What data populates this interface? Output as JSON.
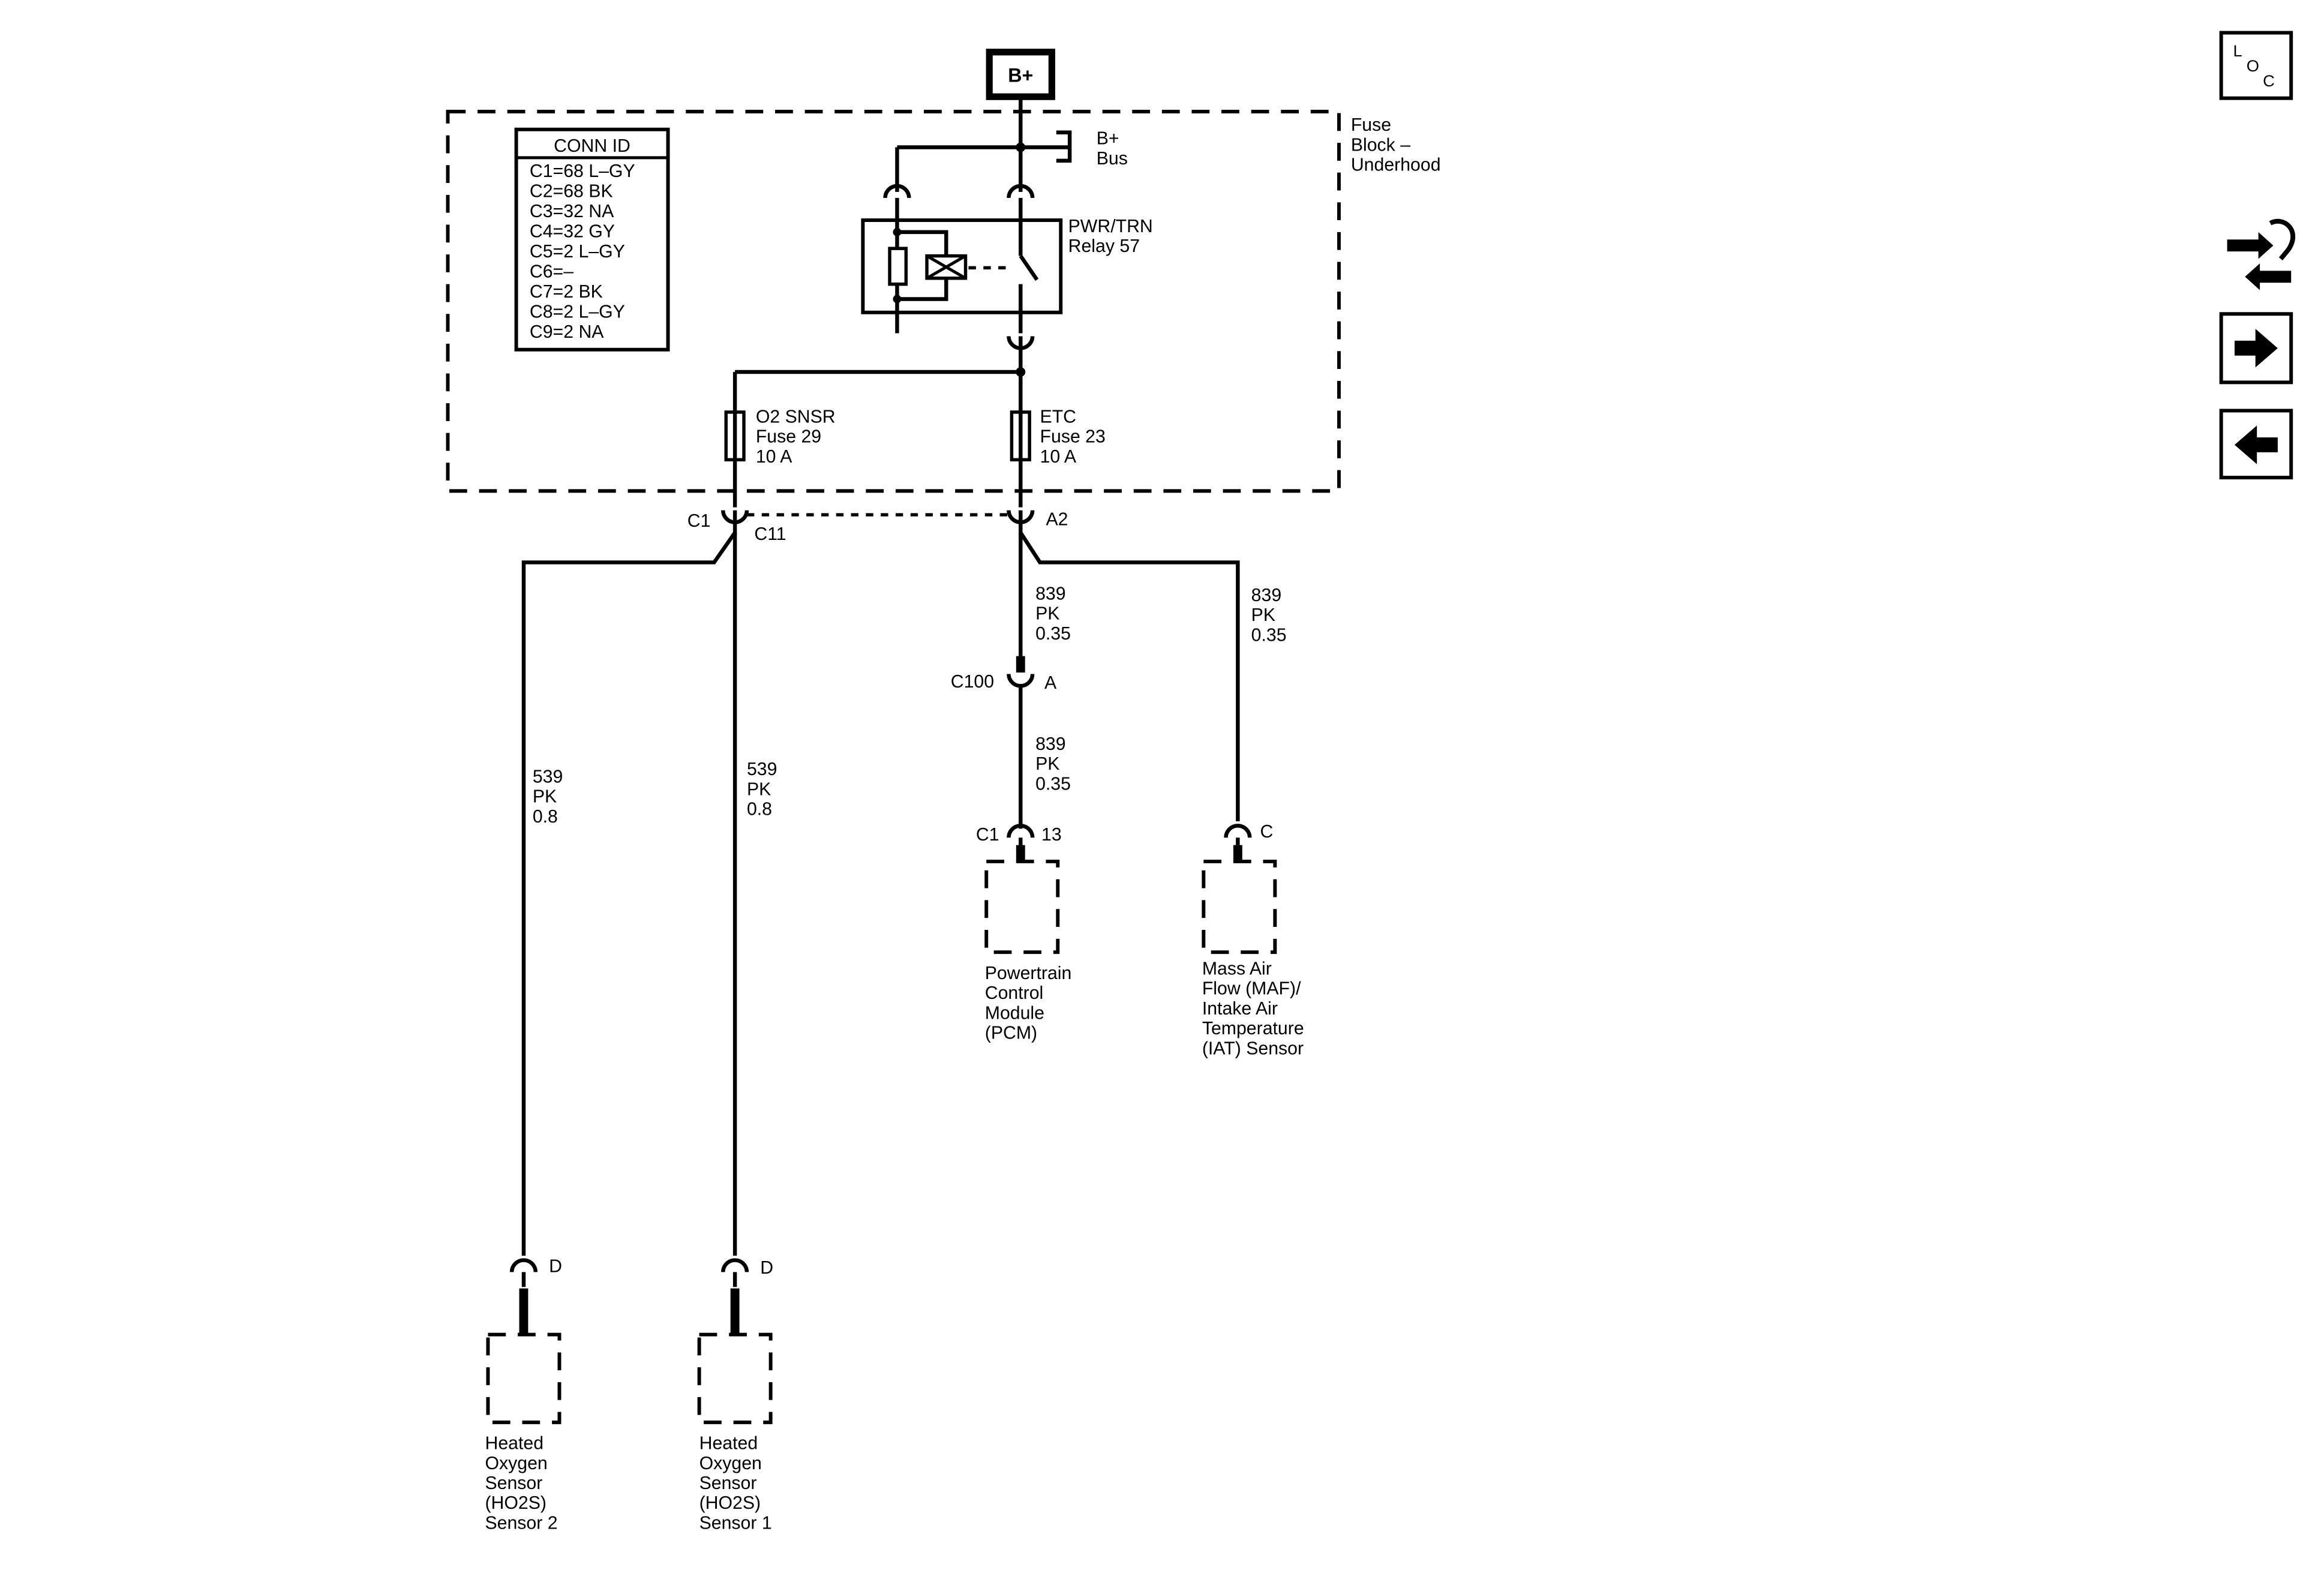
{
  "power_source": {
    "label": "B+"
  },
  "fuse_block": {
    "name_lines": [
      "Fuse",
      "Block –",
      "Underhood"
    ]
  },
  "conn_table": {
    "title": "CONN ID",
    "rows": [
      "C1=68 L–GY",
      "C2=68 BK",
      "C3=32 NA",
      "C4=32 GY",
      "C5=2 L–GY",
      "C6=–",
      "C7=2 BK",
      "C8=2 L–GY",
      "C9=2 NA"
    ]
  },
  "bus": {
    "lines": [
      "B+",
      "Bus"
    ]
  },
  "relay": {
    "lines": [
      "PWR/TRN",
      "Relay 57"
    ]
  },
  "fuses": {
    "o2": {
      "lines": [
        "O2 SNSR",
        "Fuse 29",
        "10 A"
      ]
    },
    "etc": {
      "lines": [
        "ETC",
        "Fuse 23",
        "10 A"
      ]
    }
  },
  "connectors": {
    "c1_left": "C1",
    "c11": "C11",
    "a2": "A2",
    "c100": "C100",
    "c100_pin": "A",
    "pcm_conn": "C1",
    "pcm_pin": "13",
    "maf_pin": "C",
    "ho2s2_pin": "D",
    "ho2s1_pin": "D"
  },
  "wires": {
    "w_ho2s2": [
      "539",
      "PK",
      "0.8"
    ],
    "w_ho2s1": [
      "539",
      "PK",
      "0.8"
    ],
    "w_etc_upper": [
      "839",
      "PK",
      "0.35"
    ],
    "w_maf": [
      "839",
      "PK",
      "0.35"
    ],
    "w_pcm": [
      "839",
      "PK",
      "0.35"
    ]
  },
  "components": {
    "pcm": [
      "Powertrain",
      "Control",
      "Module",
      "(PCM)"
    ],
    "maf": [
      "Mass Air",
      "Flow (MAF)/",
      "Intake Air",
      "Temperature",
      "(IAT) Sensor"
    ],
    "ho2s2": [
      "Heated",
      "Oxygen",
      "Sensor",
      "(HO2S)",
      "Sensor 2"
    ],
    "ho2s1": [
      "Heated",
      "Oxygen",
      "Sensor",
      "(HO2S)",
      "Sensor 1"
    ]
  },
  "nav": {
    "loc": {
      "letters": [
        "L",
        "O",
        "C"
      ],
      "icon": "loc-icon"
    },
    "swap_icon": "swap-arrows-icon",
    "next_icon": "arrow-right-icon",
    "prev_icon": "arrow-left-icon"
  }
}
